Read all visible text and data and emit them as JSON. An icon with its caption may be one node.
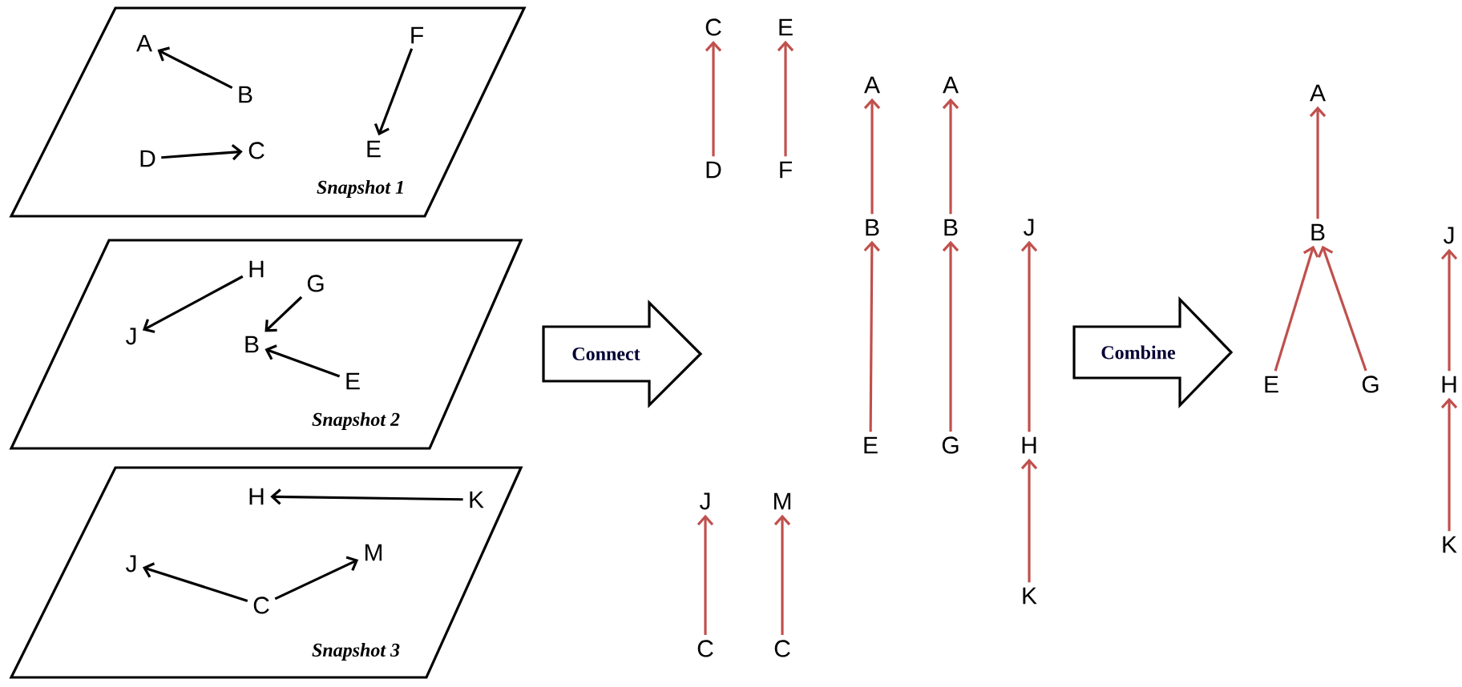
{
  "diagram": {
    "nodes": [
      {
        "text": [
          "Snapshot 1"
        ]
      },
      {
        "text": [
          "A"
        ],
        "in": 0
      },
      {
        "text": [
          "B"
        ],
        "in": 0
      },
      {
        "text": [
          "D"
        ],
        "in": 0
      },
      {
        "text": [
          "C"
        ],
        "in": 0
      },
      {
        "text": [
          "F"
        ],
        "in": 0
      },
      {
        "text": [
          "E"
        ],
        "in": 0
      },
      {
        "text": [
          "Snapshot 2"
        ]
      },
      {
        "text": [
          "H"
        ],
        "in": 7
      },
      {
        "text": [
          "J"
        ],
        "in": 7
      },
      {
        "text": [
          "G"
        ],
        "in": 7
      },
      {
        "text": [
          "B"
        ],
        "in": 7
      },
      {
        "text": [
          "E"
        ],
        "in": 7
      },
      {
        "text": [
          "Snapshot 3"
        ]
      },
      {
        "text": [
          "H"
        ],
        "in": 13
      },
      {
        "text": [
          "K"
        ],
        "in": 13
      },
      {
        "text": [
          "J"
        ],
        "in": 13
      },
      {
        "text": [
          "M"
        ],
        "in": 13
      },
      {
        "text": [
          "C"
        ],
        "in": 13
      },
      {
        "text": [
          "Connect"
        ]
      },
      {
        "text": [
          "C"
        ]
      },
      {
        "text": [
          "E"
        ]
      },
      {
        "text": [
          "A"
        ]
      },
      {
        "text": [
          "A"
        ]
      },
      {
        "text": [
          "D"
        ]
      },
      {
        "text": [
          "F"
        ]
      },
      {
        "text": [
          "B"
        ]
      },
      {
        "text": [
          "B"
        ]
      },
      {
        "text": [
          "J"
        ]
      },
      {
        "text": [
          "E"
        ]
      },
      {
        "text": [
          "G"
        ]
      },
      {
        "text": [
          "H"
        ]
      },
      {
        "text": [
          "J"
        ]
      },
      {
        "text": [
          "M"
        ]
      },
      {
        "text": [
          "K"
        ]
      },
      {
        "text": [
          "C"
        ]
      },
      {
        "text": [
          "C"
        ]
      },
      {
        "text": [
          "Combine"
        ]
      },
      {
        "text": [
          "A"
        ]
      },
      {
        "text": [
          "B"
        ]
      },
      {
        "text": [
          "J"
        ]
      },
      {
        "text": [
          "E"
        ]
      },
      {
        "text": [
          "G"
        ]
      },
      {
        "text": [
          "H"
        ]
      },
      {
        "text": [
          "K"
        ]
      }
    ],
    "edges": [
      {
        "from": 2,
        "to": 1,
        "arrow": "to",
        "color": "#000000"
      },
      {
        "from": 3,
        "to": 4,
        "arrow": "to",
        "color": "#000000"
      },
      {
        "from": 5,
        "to": 6,
        "arrow": "to",
        "color": "#000000"
      },
      {
        "from": 8,
        "to": 9,
        "arrow": "to",
        "color": "#000000"
      },
      {
        "from": 10,
        "to": 11,
        "arrow": "to",
        "color": "#000000"
      },
      {
        "from": 12,
        "to": 11,
        "arrow": "to",
        "color": "#000000"
      },
      {
        "from": 15,
        "to": 14,
        "arrow": "to",
        "color": "#000000"
      },
      {
        "from": 18,
        "to": 16,
        "arrow": "to",
        "color": "#000000"
      },
      {
        "from": 18,
        "to": 17,
        "arrow": "to",
        "color": "#000000"
      },
      {
        "from": 24,
        "to": 20,
        "arrow": "to"
      },
      {
        "from": 25,
        "to": 21,
        "arrow": "to"
      },
      {
        "from": 26,
        "to": 22,
        "arrow": "to"
      },
      {
        "from": 29,
        "to": 26,
        "arrow": "to"
      },
      {
        "from": 27,
        "to": 23,
        "arrow": "to"
      },
      {
        "from": 30,
        "to": 27,
        "arrow": "to"
      },
      {
        "from": 31,
        "to": 28,
        "arrow": "to"
      },
      {
        "from": 34,
        "to": 31,
        "arrow": "to"
      },
      {
        "from": 35,
        "to": 32,
        "arrow": "to"
      },
      {
        "from": 36,
        "to": 33,
        "arrow": "to"
      },
      {
        "from": 39,
        "to": 38,
        "arrow": "to"
      },
      {
        "from": 41,
        "to": 39,
        "arrow": "to"
      },
      {
        "from": 42,
        "to": 39,
        "arrow": "to"
      },
      {
        "from": 43,
        "to": 40,
        "arrow": "to"
      },
      {
        "from": 44,
        "to": 43,
        "arrow": "to"
      }
    ]
  }
}
